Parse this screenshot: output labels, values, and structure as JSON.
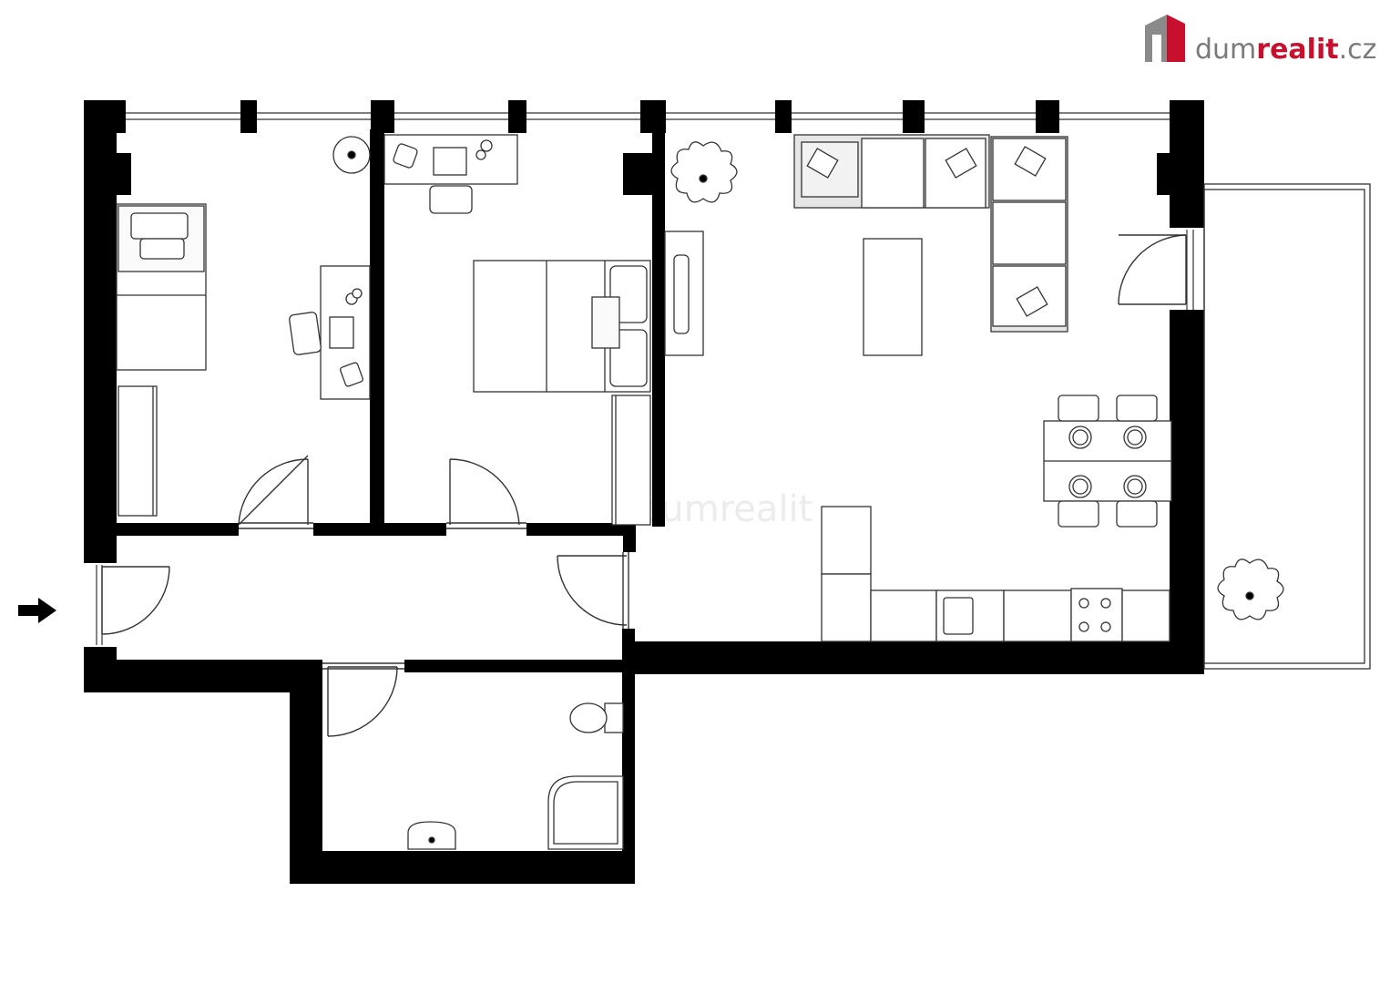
{
  "brand": {
    "logo_part1": "dum",
    "logo_part2": "realit",
    "logo_part3": ".cz",
    "watermark": "dumrealit",
    "color_primary": "#c8102e",
    "color_gray": "#7a7a7a"
  },
  "plan": {
    "wall_color": "#000000",
    "line_color": "#333333",
    "furniture_fill": "#e6e6e6",
    "entrance_icon": "arrow-right-icon",
    "rooms": [
      "bedroom-1",
      "bedroom-2",
      "living-kitchen",
      "hall",
      "bathroom",
      "balcony"
    ]
  }
}
